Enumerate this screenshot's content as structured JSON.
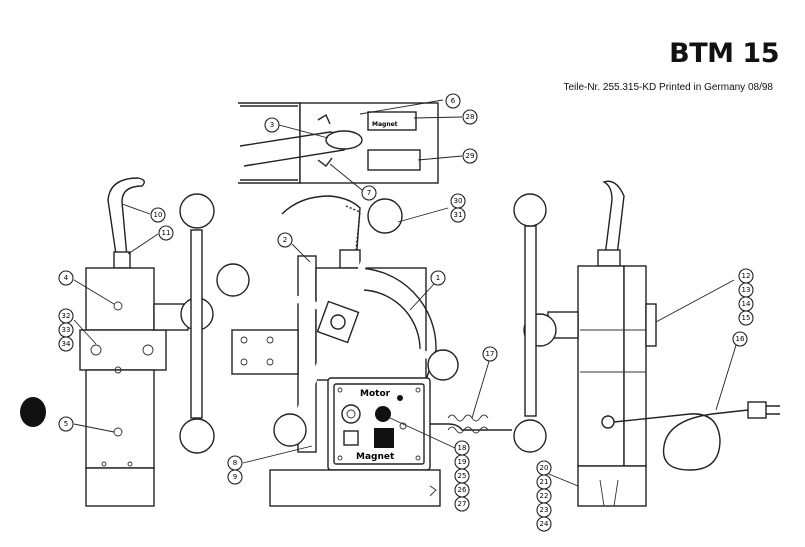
{
  "header": {
    "title": "BTM 15",
    "subtitle": "Teile-Nr. 255.315-KD  Printed in Germany  08/98"
  },
  "control_panel": {
    "motor_label": "Motor",
    "magnet_label": "Magnet"
  },
  "callouts": [
    "1",
    "2",
    "3",
    "4",
    "5",
    "6",
    "7",
    "8",
    "9",
    "10",
    "11",
    "12",
    "13",
    "14",
    "15",
    "16",
    "17",
    "18",
    "19",
    "20",
    "21",
    "22",
    "23",
    "24",
    "25",
    "26",
    "27",
    "28",
    "29",
    "30",
    "31",
    "32",
    "33",
    "34"
  ]
}
